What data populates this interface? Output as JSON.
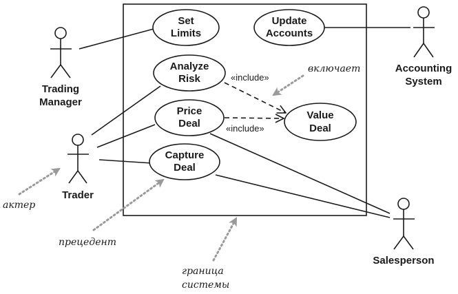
{
  "use_cases": {
    "set_limits": [
      "Set",
      "Limits"
    ],
    "update_accounts": [
      "Update",
      "Accounts"
    ],
    "analyze_risk": [
      "Analyze",
      "Risk"
    ],
    "price_deal": [
      "Price",
      "Deal"
    ],
    "value_deal": [
      "Value",
      "Deal"
    ],
    "capture_deal": [
      "Capture",
      "Deal"
    ]
  },
  "actors": {
    "trading_manager": [
      "Trading",
      "Manager"
    ],
    "trader": [
      "Trader"
    ],
    "accounting_system": [
      "Accounting",
      "System"
    ],
    "salesperson": [
      "Salesperson"
    ]
  },
  "relations": {
    "include_1": "«include»",
    "include_2": "«include»"
  },
  "annotations": {
    "includes": "включает",
    "actor": "актер",
    "use_case": "прецедент",
    "system_boundary": [
      "граница",
      "системы"
    ]
  }
}
